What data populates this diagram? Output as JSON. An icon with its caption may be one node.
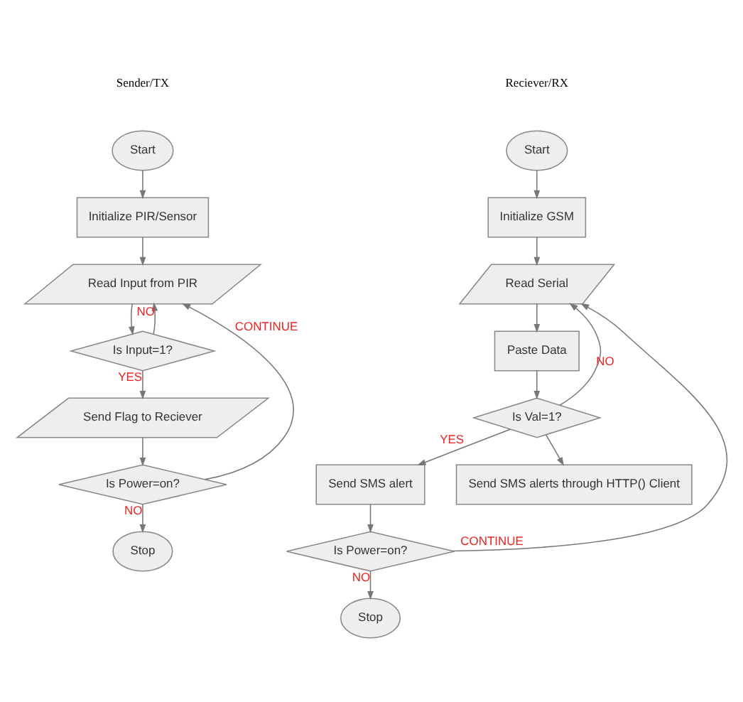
{
  "diagram": {
    "nodes": [
      {
        "text": [
          "Start"
        ]
      },
      {
        "text": [
          "Initialize PIR/Sensor"
        ]
      },
      {
        "text": [
          "Read Input from PIR"
        ]
      },
      {
        "text": [
          "Is Input=1?"
        ]
      },
      {
        "text": [
          "Send Flag to Reciever"
        ]
      },
      {
        "text": [
          "Is Power=on?"
        ]
      },
      {
        "text": [
          "Stop"
        ]
      },
      {
        "text": [
          "Start"
        ]
      },
      {
        "text": [
          "Initialize GSM"
        ]
      },
      {
        "text": [
          "Read Serial"
        ]
      },
      {
        "text": [
          "Paste Data"
        ]
      },
      {
        "text": [
          "Is Val=1?"
        ]
      },
      {
        "text": [
          "Send SMS alert"
        ]
      },
      {
        "text": [
          "Send SMS alerts through HTTP() Client"
        ]
      },
      {
        "text": [
          "Is Power=on?"
        ]
      },
      {
        "text": [
          "Stop"
        ]
      }
    ],
    "edges": [
      {
        "from": 0,
        "to": 1,
        "arrow": "to"
      },
      {
        "from": 1,
        "to": 2,
        "arrow": "to"
      },
      {
        "from": 2,
        "to": 3,
        "arrow": "to"
      },
      {
        "from": 3,
        "to": 2,
        "arrow": "to",
        "label": "NO"
      },
      {
        "from": 3,
        "to": 4,
        "arrow": "to",
        "label": "YES"
      },
      {
        "from": 4,
        "to": 5,
        "arrow": "to"
      },
      {
        "from": 5,
        "to": 2,
        "arrow": "to",
        "label": "CONTINUE"
      },
      {
        "from": 5,
        "to": 6,
        "arrow": "to",
        "label": "NO"
      },
      {
        "from": 7,
        "to": 8,
        "arrow": "to"
      },
      {
        "from": 8,
        "to": 9,
        "arrow": "to"
      },
      {
        "from": 9,
        "to": 10,
        "arrow": "to"
      },
      {
        "from": 10,
        "to": 11,
        "arrow": "to"
      },
      {
        "from": 11,
        "to": 9,
        "arrow": "to",
        "label": "NO"
      },
      {
        "from": 11,
        "to": 12,
        "arrow": "to",
        "label": "YES"
      },
      {
        "from": 11,
        "to": 13,
        "arrow": "to"
      },
      {
        "from": 12,
        "to": 14,
        "arrow": "to"
      },
      {
        "from": 14,
        "to": 9,
        "arrow": "to",
        "label": "CONTINUE"
      },
      {
        "from": 14,
        "to": 15,
        "arrow": "to",
        "label": "NO"
      }
    ],
    "labels": [
      "Sender/TX",
      "Reciever/RX"
    ]
  }
}
